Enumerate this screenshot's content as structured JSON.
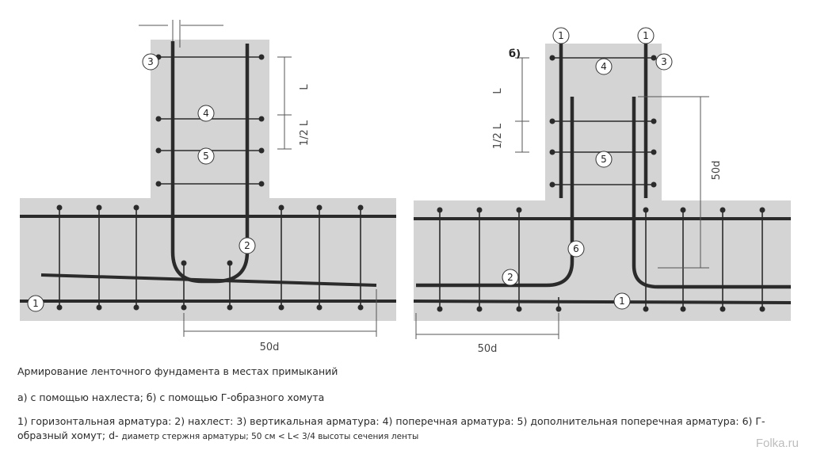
{
  "diagram": {
    "left": {
      "circle_labels": [
        "3",
        "4",
        "5",
        "2",
        "1"
      ],
      "dim_L": "L",
      "dim_half_L": "1/2 L",
      "dim_50d": "50d"
    },
    "right": {
      "variant_label": "б)",
      "circle_labels": [
        "1",
        "1",
        "4",
        "3",
        "5",
        "6",
        "2",
        "1"
      ],
      "dim_L": "L",
      "dim_half_L": "1/2 L",
      "dim_50d_vertical": "50d",
      "dim_50d_horizontal": "50d"
    }
  },
  "caption": {
    "title": "Армирование ленточного фундамента в местах примыканий",
    "subtitle": "а) с помощью нахлеста; б) с помощью Г-образного хомута",
    "legend_main": "1) горизонтальная арматура: 2) нахлест: 3) вертикальная арматура: 4) поперечная арматура: 5) дополнительная поперечная арматура: 6) Г-образный хомут; d- ",
    "legend_small": "диаметр стержня арматуры; 50 см < L< 3/4 высоты сечения ленты"
  },
  "watermark": "Folka.ru",
  "colors": {
    "concrete": "#d4d4d4",
    "rebar": "#2b2b2b",
    "dimension": "#555555"
  }
}
